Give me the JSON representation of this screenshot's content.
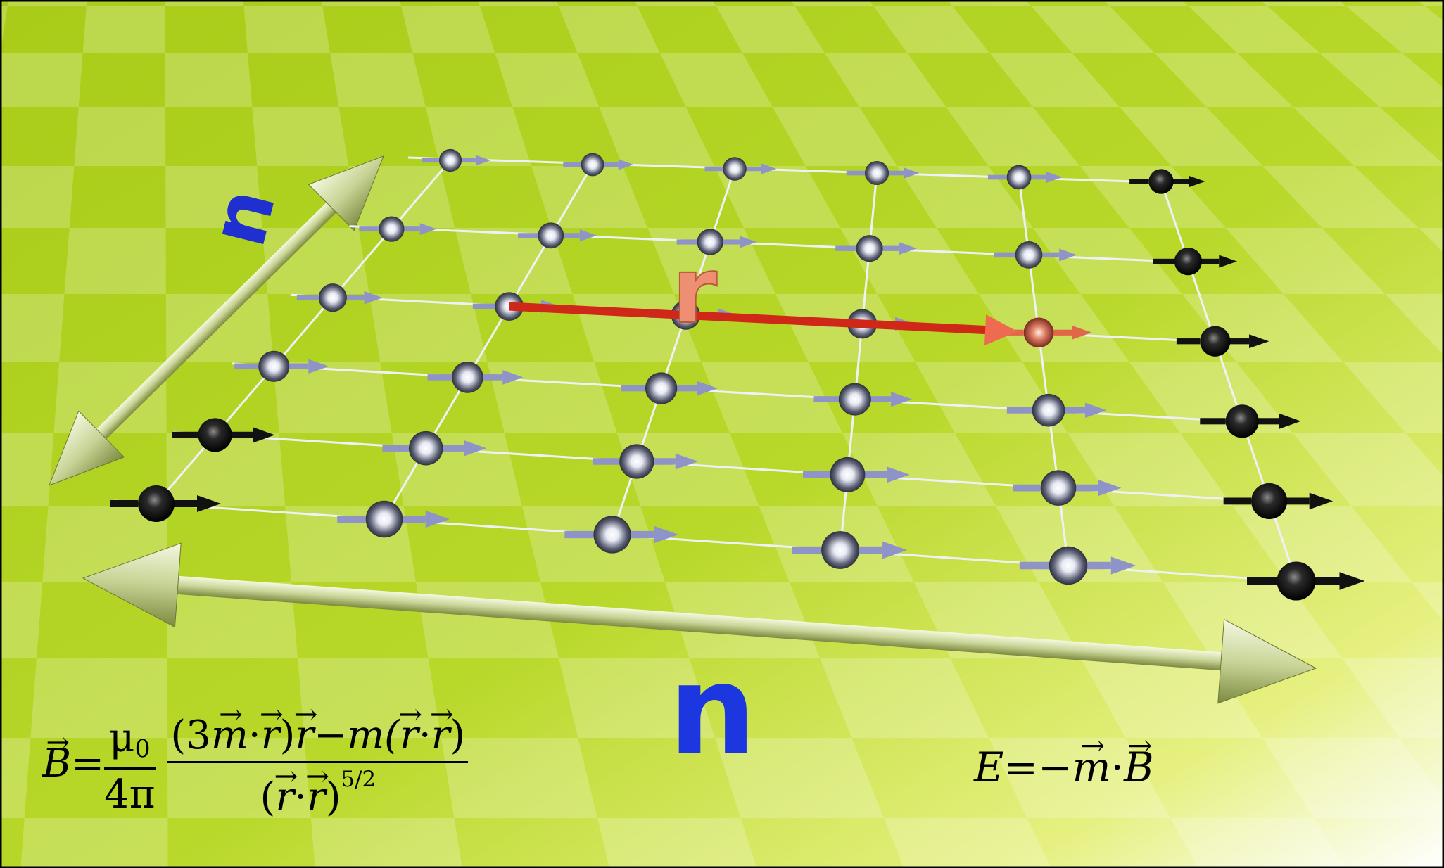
{
  "labels": {
    "axis_left": "n",
    "axis_bottom": "n",
    "distance": "r"
  },
  "equations": {
    "field": {
      "lhs": "B",
      "eq": "=",
      "prefactor_num": "μ",
      "prefactor_num_sub": "0",
      "prefactor_den": "4π",
      "num_open": "(3",
      "num_m": "m",
      "dot": "·",
      "num_r1": "r",
      "num_close": ")",
      "num_r2": "r",
      "minus_m": "−m(",
      "num_r3": "r",
      "num_r4": "r",
      "num_end": ")",
      "den_open": "(",
      "den_r1": "r",
      "den_r2": "r",
      "den_close": ")",
      "den_exp": "5/2"
    },
    "energy": {
      "lhs": "E",
      "rhs_prefix": "=−",
      "m": "m",
      "dot": "·",
      "b": "B"
    }
  },
  "lattice": {
    "rows": 6,
    "cols": 6,
    "highlighted_site": [
      2,
      4
    ],
    "source_site": [
      2,
      1
    ],
    "spin_direction": "+x"
  },
  "colors": {
    "floor_light": "#d6ec6e",
    "floor_dark": "#9cc81a",
    "sphere_silver": "#c8ccd8",
    "sphere_black": "#1a1a1a",
    "spin_arrow": "#8e93c8",
    "highlight_red": "#e06040",
    "r_arrow": "#d03020",
    "axis_arrow": "#c7d49a",
    "label_n": "#1f2fd0",
    "label_r": "#e88c70"
  }
}
